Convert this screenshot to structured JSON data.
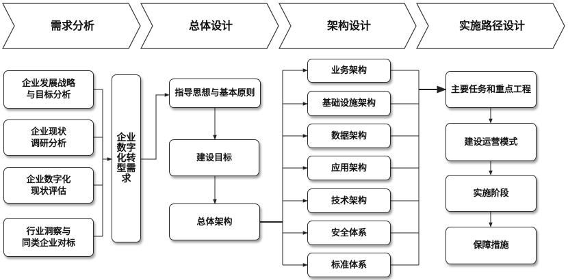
{
  "phases": [
    "需求分析",
    "总体设计",
    "架构设计",
    "实施路径设计"
  ],
  "demand_inputs": [
    "企业发展战略\n与目标分析",
    "企业现状\n调研分析",
    "企业数字化\n现状评估",
    "行业洞察与\n同类企业对标"
  ],
  "demand_summary": [
    "企业",
    "数字",
    "化转",
    "型需",
    "求"
  ],
  "overall_design": {
    "principles": "指导思想与基本原则",
    "goals": "建设目标",
    "architecture": "总体架构"
  },
  "architectures": [
    "业务架构",
    "基础设施架构",
    "数据架构",
    "应用架构",
    "技术架构",
    "安全体系",
    "标准体系"
  ],
  "implementation": [
    "主要任务和重点工程",
    "建设运营模式",
    "实施阶段",
    "保障措施"
  ],
  "colors": {
    "stroke": "#2b2b2b",
    "text": "#111111",
    "fill": "#ffffff"
  }
}
